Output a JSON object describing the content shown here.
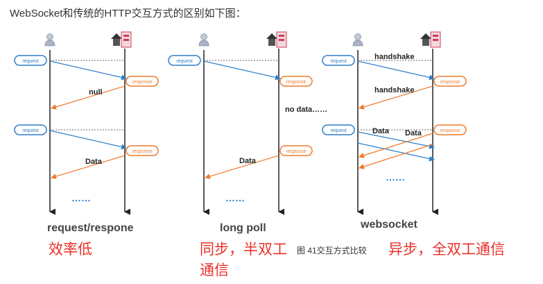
{
  "heading": "WebSocket和传统的HTTP交互方式的区别如下图：",
  "colors": {
    "request": "#2f7fc8",
    "response": "#ee7b2c",
    "axis": "#222222",
    "red_note": "#e8312a",
    "dotted": "#666666"
  },
  "icons": {
    "client": "user-icon",
    "server": "server-house-icon"
  },
  "labels": {
    "request": "request",
    "response": "response",
    "ellipsis": "……"
  },
  "panels": [
    {
      "title": "request/respone",
      "messages": [
        "null",
        "Data"
      ],
      "note": "效率低"
    },
    {
      "title": "long poll",
      "messages": [
        "no data……",
        "Data"
      ],
      "note": "同步，半双工通信"
    },
    {
      "title": "websocket",
      "messages": [
        "handshake",
        "handshake",
        "Data",
        "Data"
      ],
      "note": "异步，全双工通信"
    }
  ],
  "notes": {
    "p1": "效率低",
    "p2_line1": "同步，半双工",
    "p2_line2": "通信",
    "p3": "异步，全双工通信"
  },
  "caption": "图 41交互方式比较"
}
